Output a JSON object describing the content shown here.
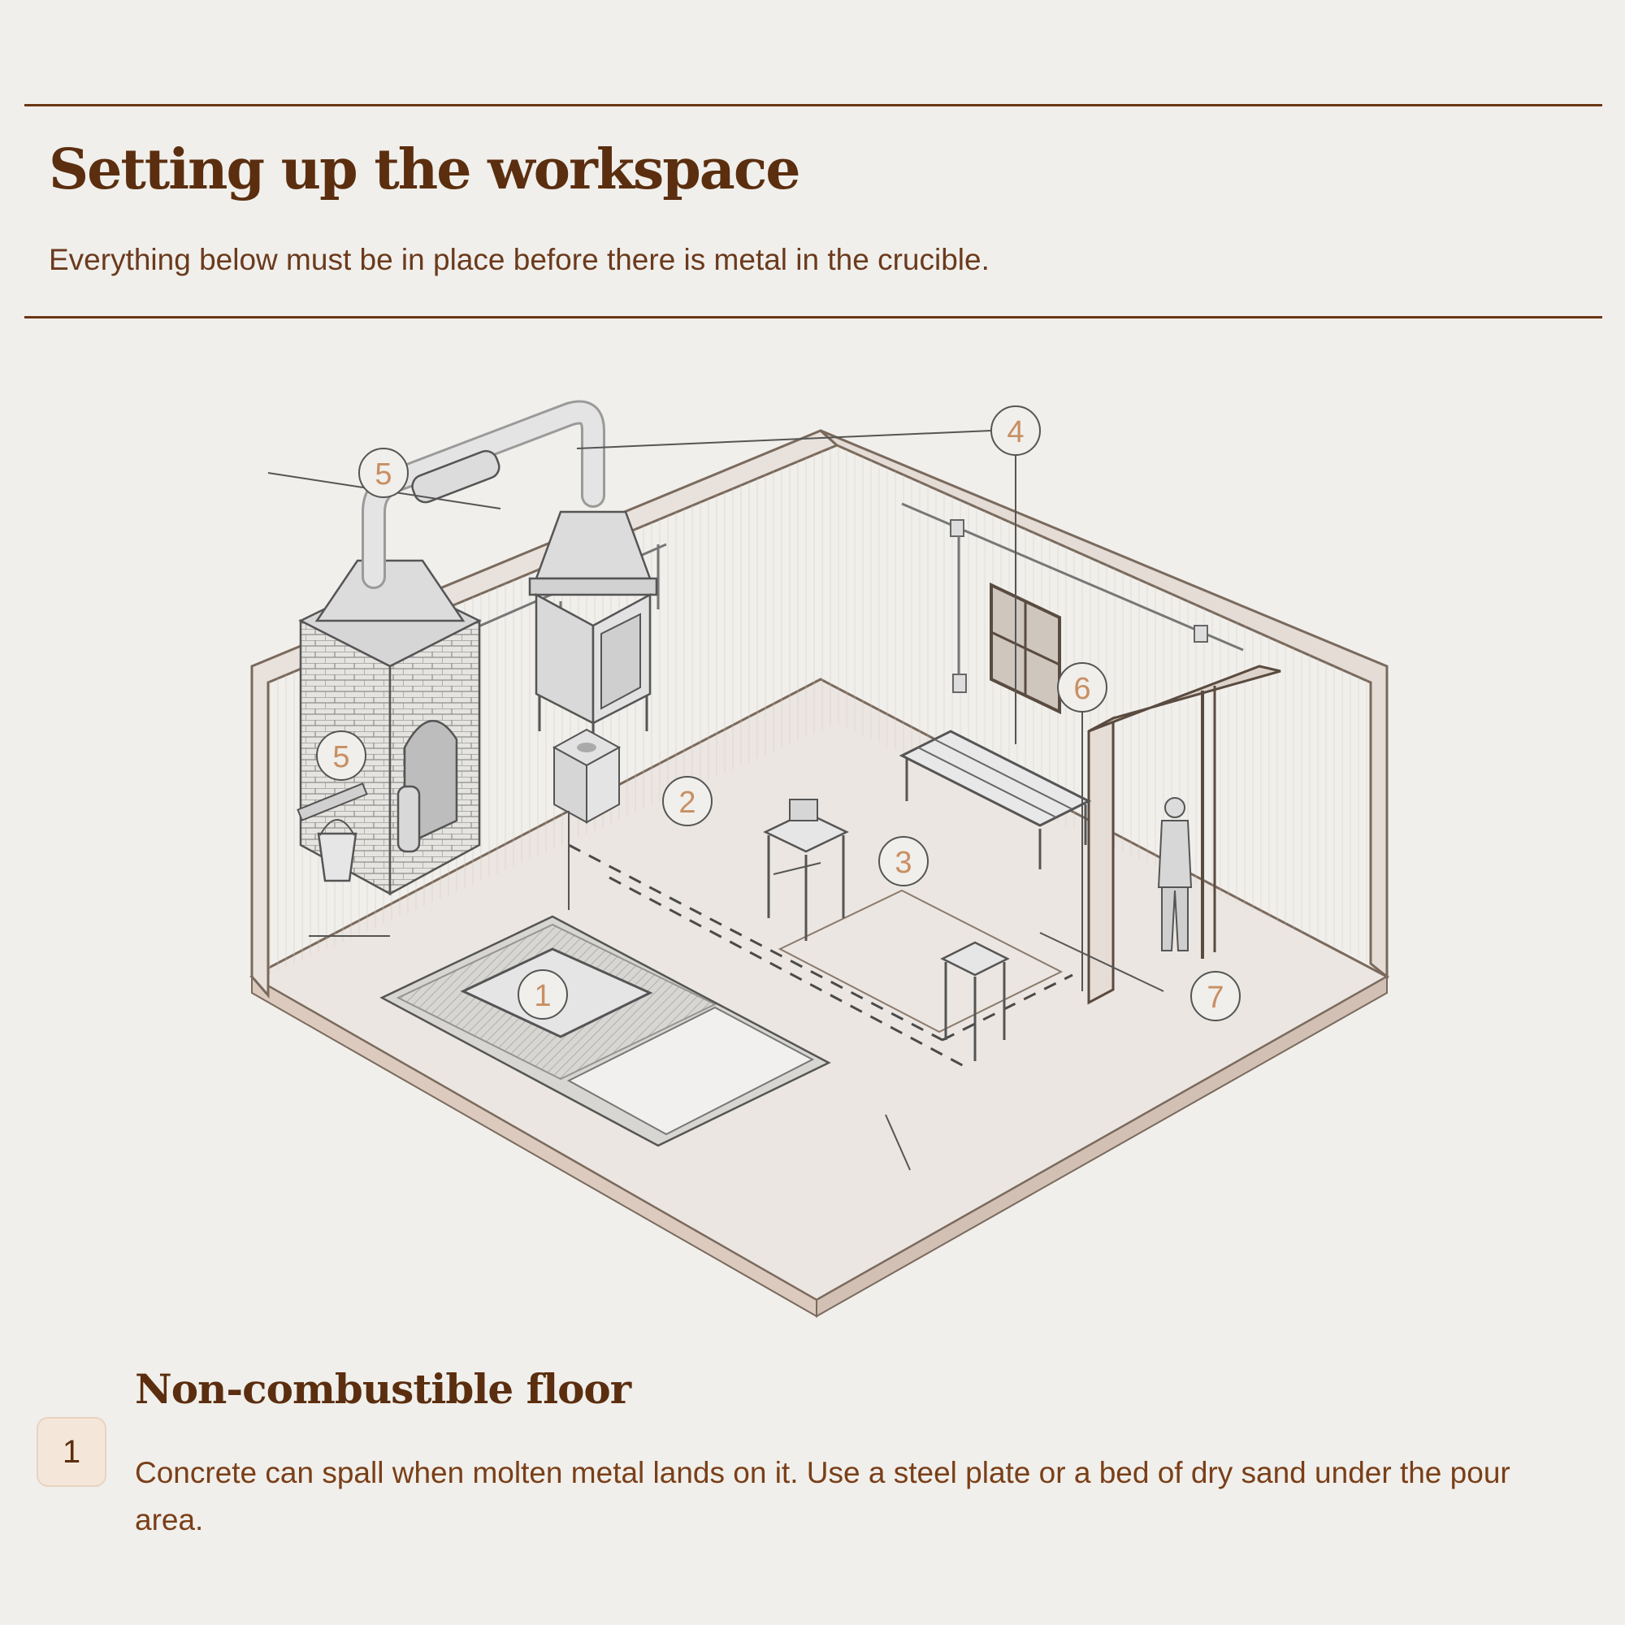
{
  "header": {
    "title": "Setting up the workspace",
    "subtitle": "Everything below must be in place before there is metal in the crucible."
  },
  "illustration": {
    "callouts": [
      "1",
      "2",
      "3",
      "4",
      "5",
      "5",
      "6",
      "7"
    ]
  },
  "step": {
    "number": "1",
    "title": "Non-combustible floor",
    "text": "Concrete can spall when molten metal lands on it. Use a steel plate or a bed of dry sand under the pour area."
  }
}
